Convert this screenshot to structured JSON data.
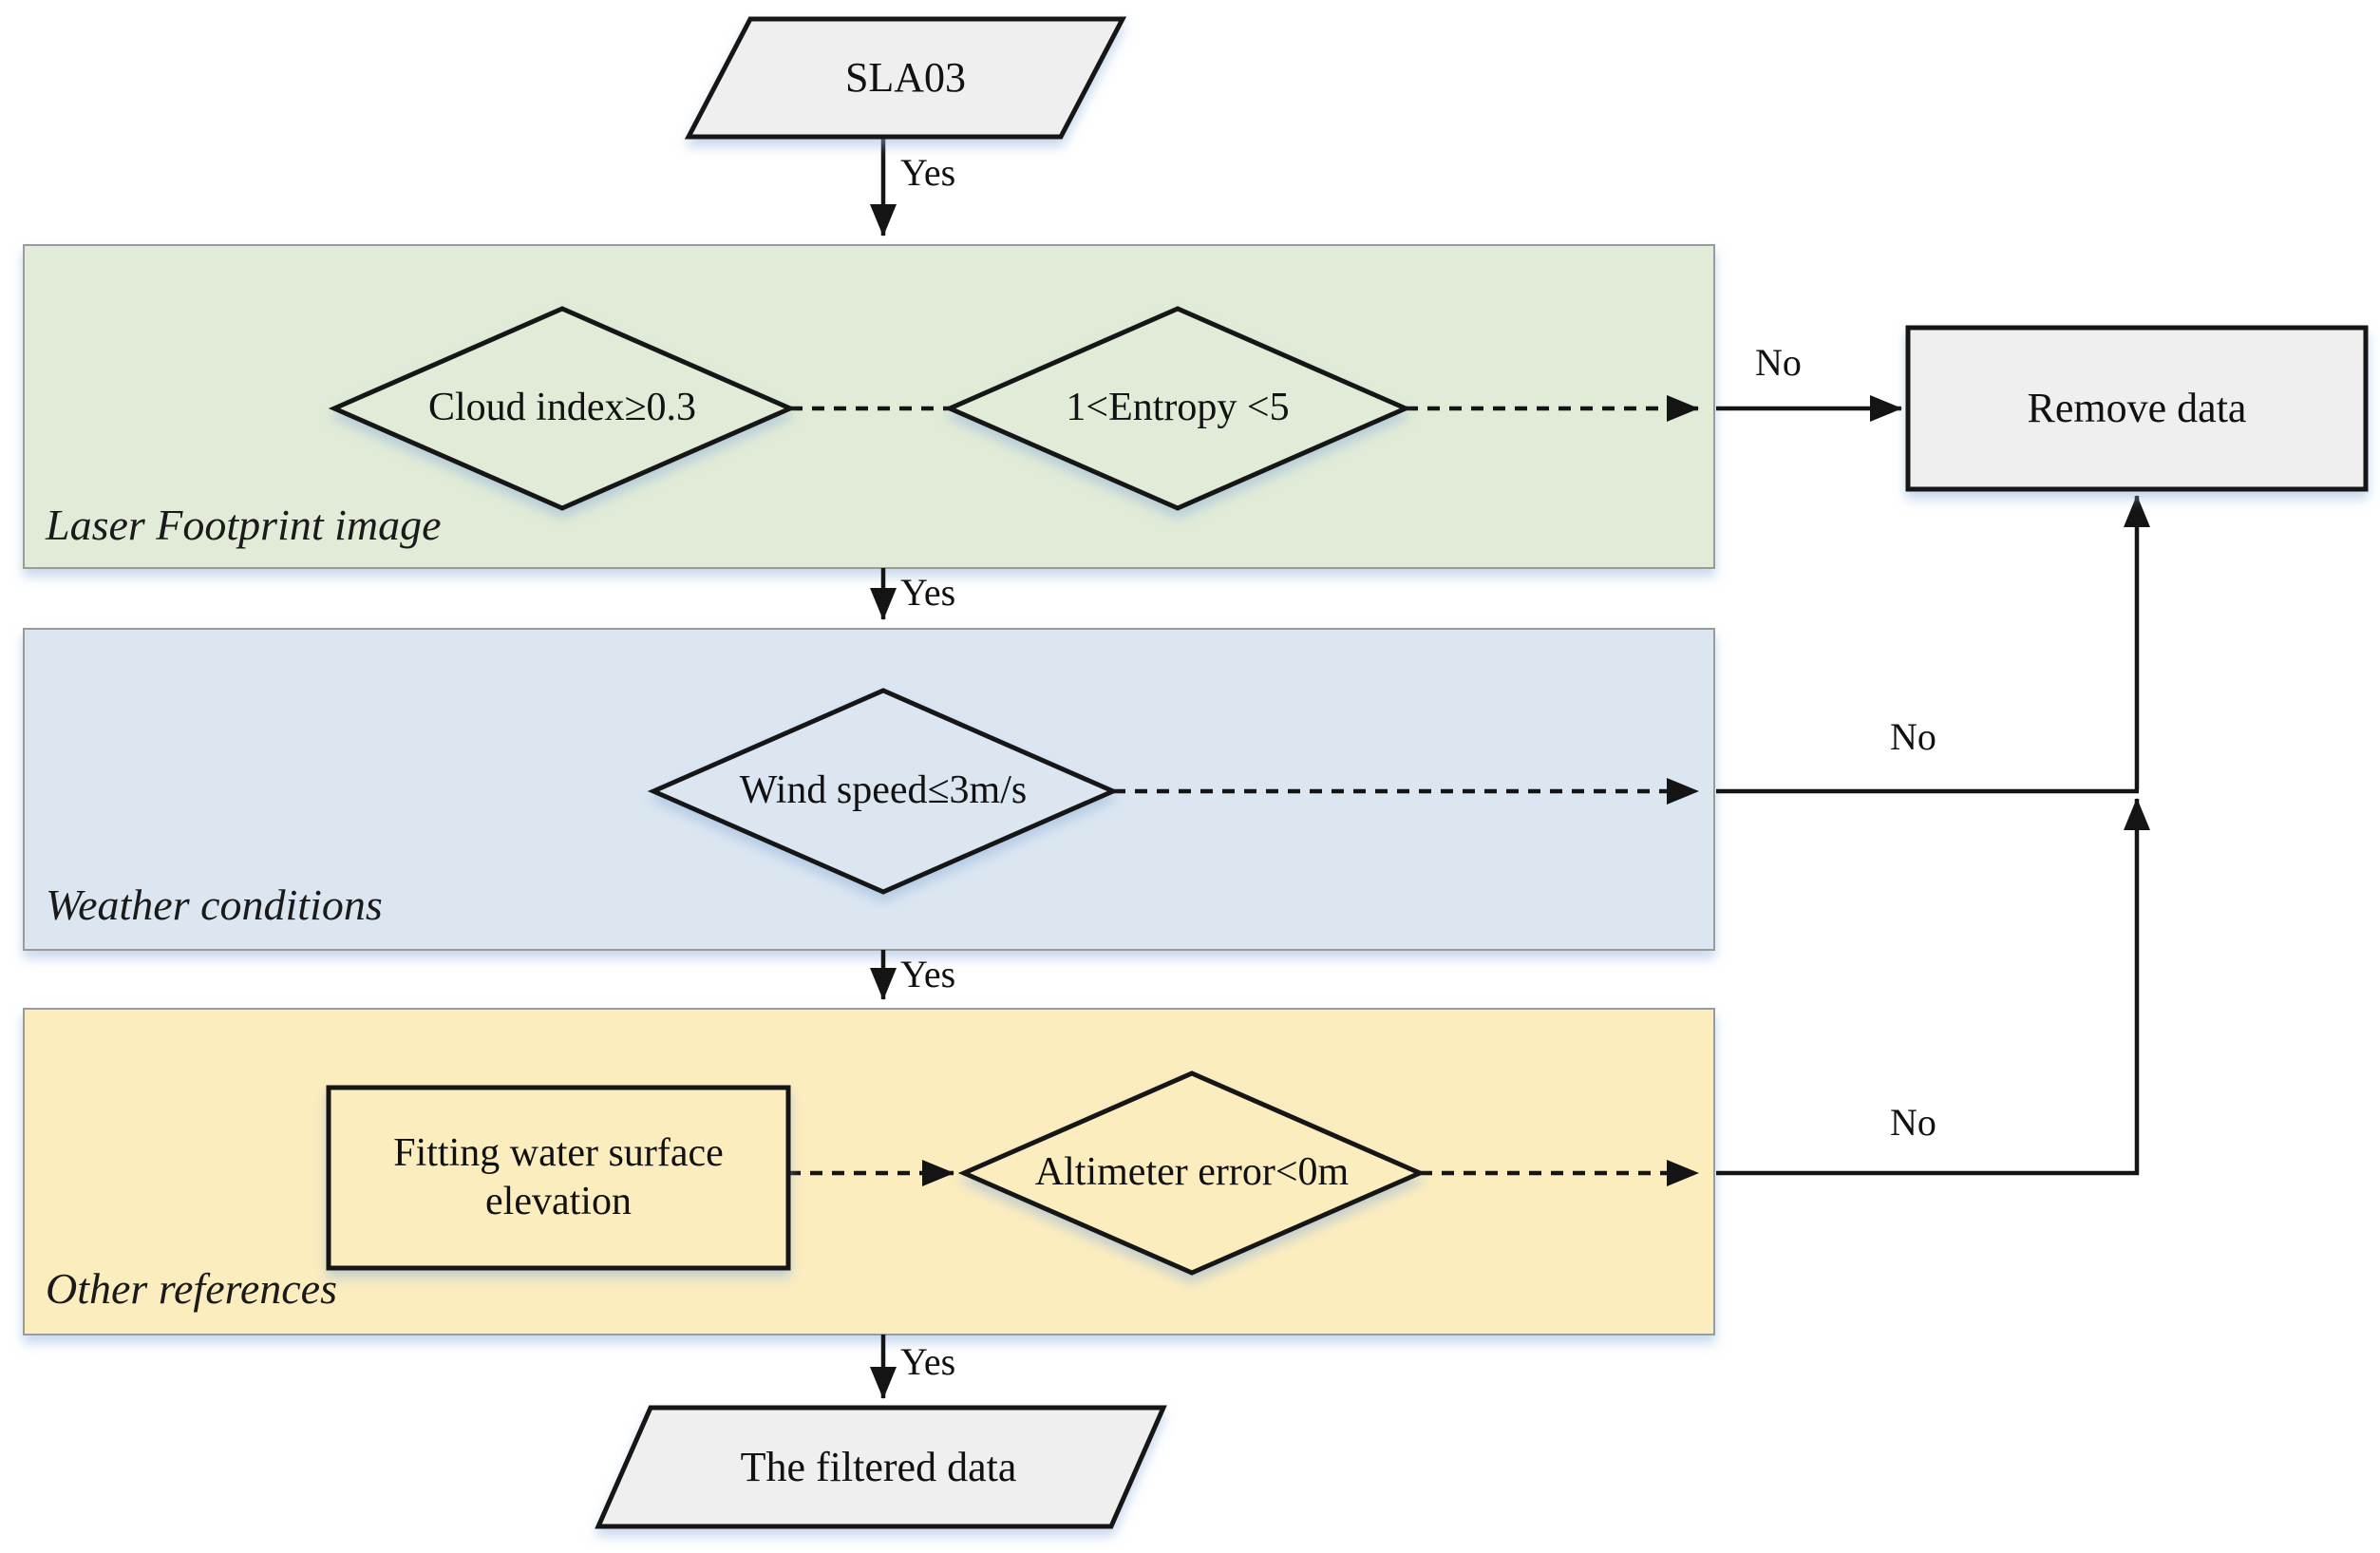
{
  "flowchart": {
    "nodes": {
      "start": {
        "label": "SLA03",
        "shape": "parallelogram"
      },
      "cloud_index": {
        "label": "Cloud index≥0.3",
        "shape": "diamond"
      },
      "entropy": {
        "label": "1<Entropy <5",
        "shape": "diamond"
      },
      "wind_speed": {
        "label": "Wind speed≤3m/s",
        "shape": "diamond"
      },
      "fitting": {
        "label": "Fitting water surface elevation",
        "shape": "rectangle"
      },
      "altimeter_error": {
        "label": "Altimeter error<0m",
        "shape": "diamond"
      },
      "remove_data": {
        "label": "Remove data",
        "shape": "rectangle"
      },
      "filtered": {
        "label": "The filtered data",
        "shape": "parallelogram"
      }
    },
    "groups": [
      {
        "label": "Laser Footprint image",
        "color": "#e1ebd7"
      },
      {
        "label": "Weather conditions",
        "color": "#dbe6f1"
      },
      {
        "label": "Other references",
        "color": "#fcedbf"
      }
    ],
    "edges": [
      {
        "from": "SLA03",
        "to": "Laser Footprint image",
        "label": "Yes"
      },
      {
        "from": "Laser Footprint image",
        "to": "Weather conditions",
        "label": "Yes"
      },
      {
        "from": "Weather conditions",
        "to": "Other references",
        "label": "Yes"
      },
      {
        "from": "Other references",
        "to": "The filtered data",
        "label": "Yes"
      },
      {
        "from": "1<Entropy <5",
        "to": "Remove data",
        "label": "No"
      },
      {
        "from": "Wind speed≤3m/s",
        "to": "Remove data",
        "label": "No"
      },
      {
        "from": "Altimeter error<0m",
        "to": "Remove data",
        "label": "No"
      },
      {
        "from": "Cloud index≥0.3",
        "to": "1<Entropy <5",
        "label": ""
      },
      {
        "from": "Fitting water surface elevation",
        "to": "Altimeter error<0m",
        "label": ""
      }
    ],
    "colors": {
      "node_fill": "#efefef",
      "line": "#141414",
      "band_border": "#9b9b9b",
      "shadow": "#8fb0da"
    }
  }
}
